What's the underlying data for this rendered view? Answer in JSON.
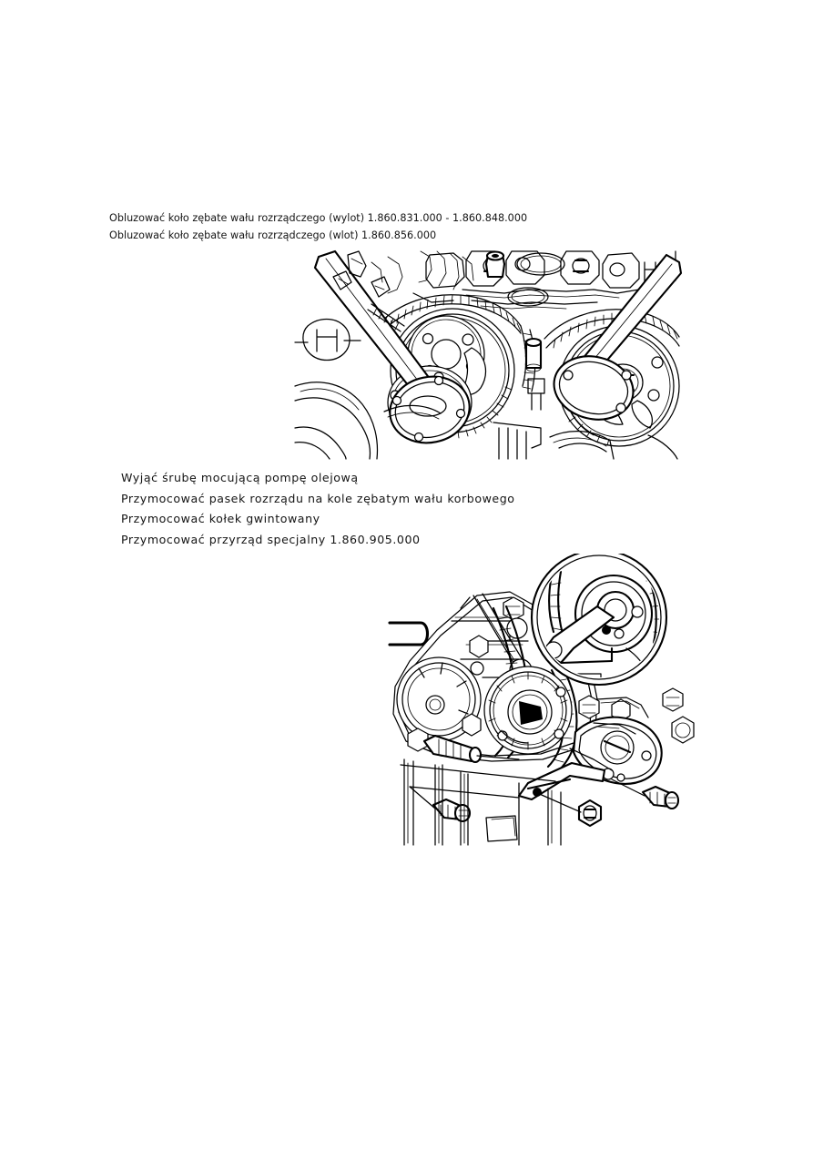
{
  "document": {
    "language": "pl",
    "page_background": "#ffffff",
    "text_color": "#141414"
  },
  "instructions_top": {
    "lines": [
      "Obluzować koło zębate wału rozrządczego (wylot) 1.860.831.000 - 1.860.848.000",
      "Obluzować koło zębate wału rozrządczego (wlot) 1.860.856.000"
    ]
  },
  "instructions_middle": {
    "lines": [
      "Wyjąć śrubę mocującą pompę olejową",
      "Przymocować pasek rozrządu na kole zębatym wału korbowego",
      "Przymocować kołek gwintowany",
      "Przymocować przyrząd specjalny 1.860.905.000"
    ]
  },
  "figures": [
    {
      "id": "camshaft-sprockets",
      "caption": "",
      "description": "Rysunek techniczny: dwa koła zębate wałków rozrządczych z paskiem rozrządu oraz dwa przyrządy przytrzymujące"
    },
    {
      "id": "crankshaft-tool",
      "caption": "",
      "description": "Rysunek techniczny: koło zębate wału korbowego, pasek rozrządu, przyrząd specjalny 1.860.905.000 oraz powiększenie w okręgu"
    }
  ]
}
